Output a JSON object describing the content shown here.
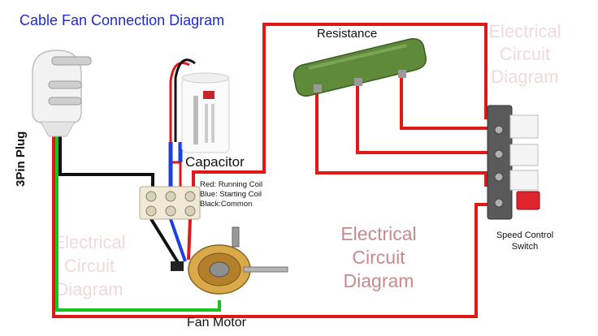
{
  "title": "Cable Fan Connection Diagram",
  "labels": {
    "plug": "3Pin Plug",
    "capacitor": "Capacitor",
    "resistance": "Resistance",
    "fan_motor": "Fan Motor",
    "switch_line1": "Speed Control",
    "switch_line2": "Switch"
  },
  "legend": {
    "red": "Red: Running Coil",
    "blue": "Blue: Starting Coil",
    "black": "Black:Common"
  },
  "watermark": {
    "line1": "Electrical",
    "line2": "Circuit",
    "line3": "Diagram"
  },
  "colors": {
    "title": "#1f2bd0",
    "wire_red": "#e01818",
    "wire_blue": "#1e3fe0",
    "wire_black": "#111111",
    "wire_green": "#19c21f",
    "watermark_main": "#c98a8e",
    "watermark_faint": "#f0d9da",
    "resistor_body": "#5f8a3a"
  }
}
